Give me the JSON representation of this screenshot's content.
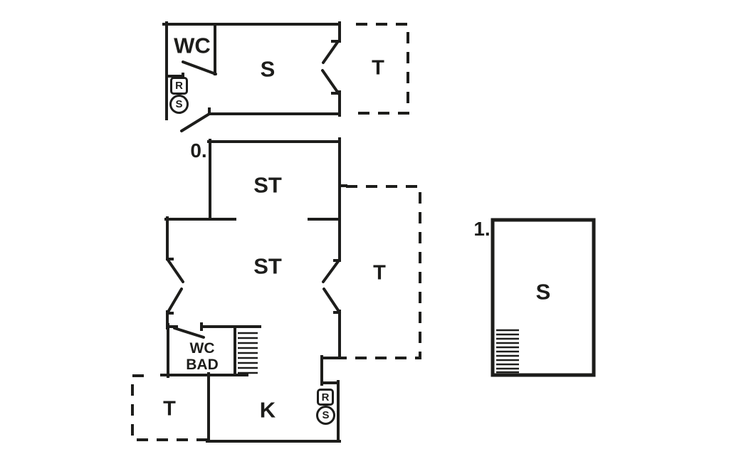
{
  "colors": {
    "background": "#ffffff",
    "line": "#1d1d1b"
  },
  "sections": {
    "annex": {
      "wc_label": "WC",
      "room_label": "S",
      "terrace_label": "T",
      "radio_badge": "R",
      "stereo_badge": "S"
    },
    "ground_floor": {
      "level_label": "0.",
      "living_room_1_label": "ST",
      "living_room_2_label": "ST",
      "terrace_right_label": "T",
      "bath_label_line1": "WC",
      "bath_label_line2": "BAD",
      "kitchen_label": "K",
      "terrace_left_label": "T",
      "radio_badge": "R",
      "stereo_badge": "S"
    },
    "first_floor": {
      "level_label": "1.",
      "room_label": "S"
    }
  }
}
